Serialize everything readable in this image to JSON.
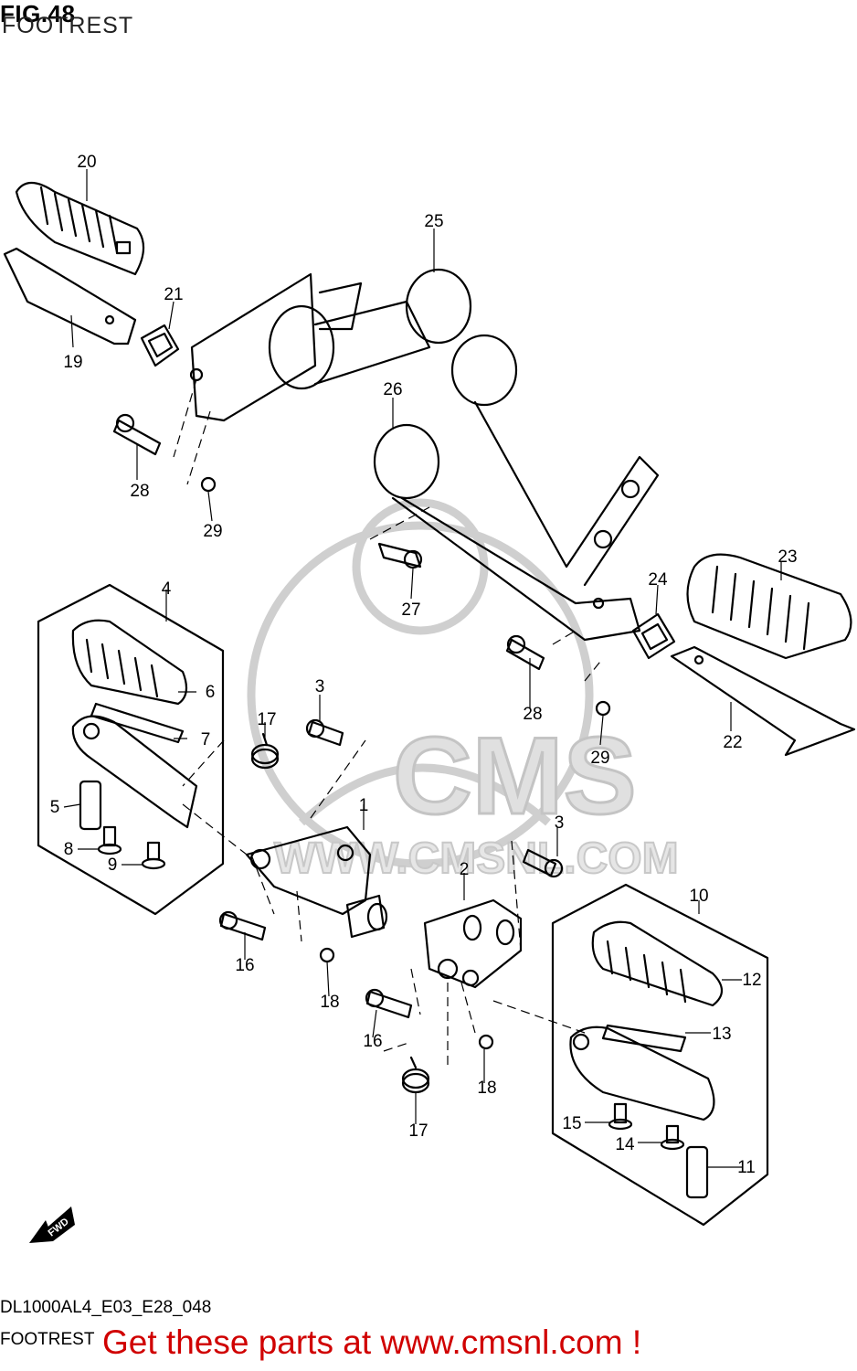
{
  "header": {
    "figure": "FIG.48",
    "title": "FOOTREST"
  },
  "footer": {
    "code": "DL1000AL4_E03_E28_048",
    "title": "FOOTREST",
    "cta": "Get these parts at www.cmsnl.com !"
  },
  "fwd_label": "FWD",
  "watermark": {
    "text": "CMS",
    "url": "WWW.CMSNL.COM",
    "color": "#cfcfcf"
  },
  "callouts": [
    "1",
    "2",
    "3",
    "3",
    "4",
    "5",
    "6",
    "7",
    "8",
    "9",
    "10",
    "11",
    "12",
    "13",
    "14",
    "15",
    "16",
    "16",
    "17",
    "17",
    "18",
    "18",
    "19",
    "20",
    "21",
    "22",
    "23",
    "24",
    "25",
    "26",
    "27",
    "28",
    "28",
    "29",
    "29"
  ]
}
